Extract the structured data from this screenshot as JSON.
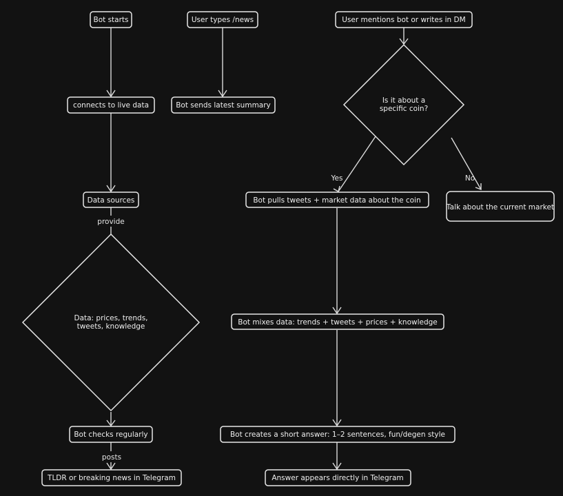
{
  "colors": {
    "background": "#121212",
    "stroke": "#e8e8e8",
    "text": "#eeeeee"
  },
  "nodes": {
    "bot_starts": "Bot starts",
    "user_news": "User types /news",
    "user_mentions": "User mentions bot or writes in DM",
    "connects": "connects to live data",
    "sends_summary": "Bot sends latest summary",
    "coin_q_line1": "Is it about a",
    "coin_q_line2": "specific coin?",
    "data_sources": "Data sources",
    "pulls_tweets": "Bot pulls tweets + market data about the coin",
    "talk_market": "Talk about the current market",
    "data_line1": "Data: prices, trends,",
    "data_line2": "tweets, knowledge",
    "mixes": "Bot mixes data: trends + tweets + prices + knowledge",
    "checks": "Bot checks regularly",
    "creates": "Bot creates a short answer: 1–2 sentences, fun/degen style",
    "tldr": "TLDR or breaking news in Telegram",
    "answer": "Answer appears directly in Telegram"
  },
  "edge_labels": {
    "provide": "provide",
    "posts": "posts",
    "yes": "Yes",
    "no": "No"
  }
}
